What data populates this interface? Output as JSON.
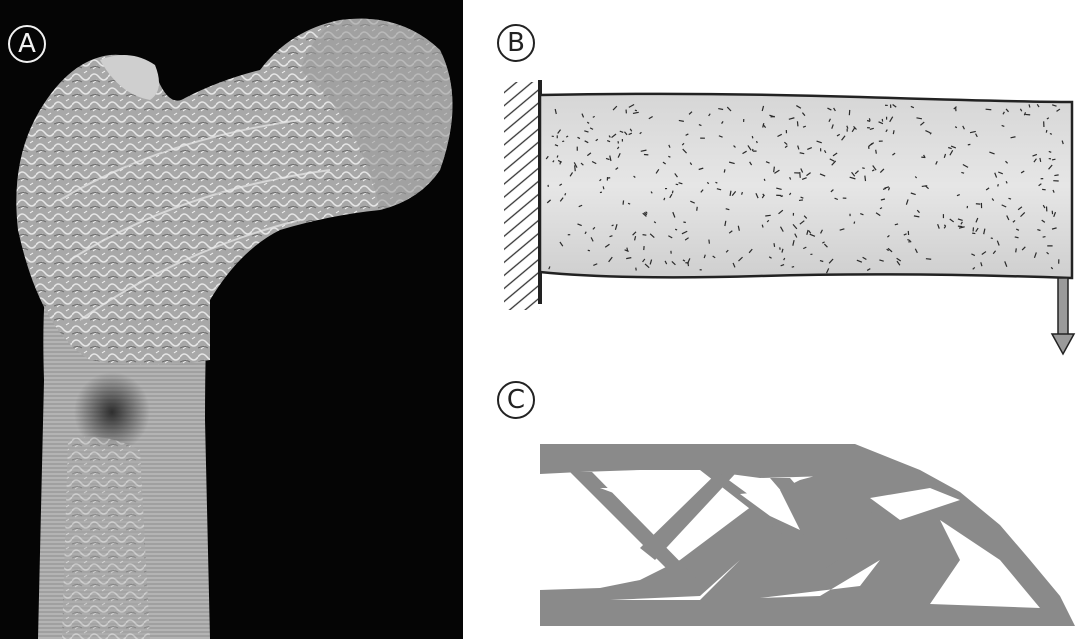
{
  "panels": {
    "a": {
      "label": "A"
    },
    "b": {
      "label": "B"
    },
    "c": {
      "label": "C"
    }
  },
  "colors": {
    "photo_background": "#050505",
    "bone": "#b9b9b9",
    "structure_gray": "#8a8a8a",
    "ink": "#222222"
  }
}
